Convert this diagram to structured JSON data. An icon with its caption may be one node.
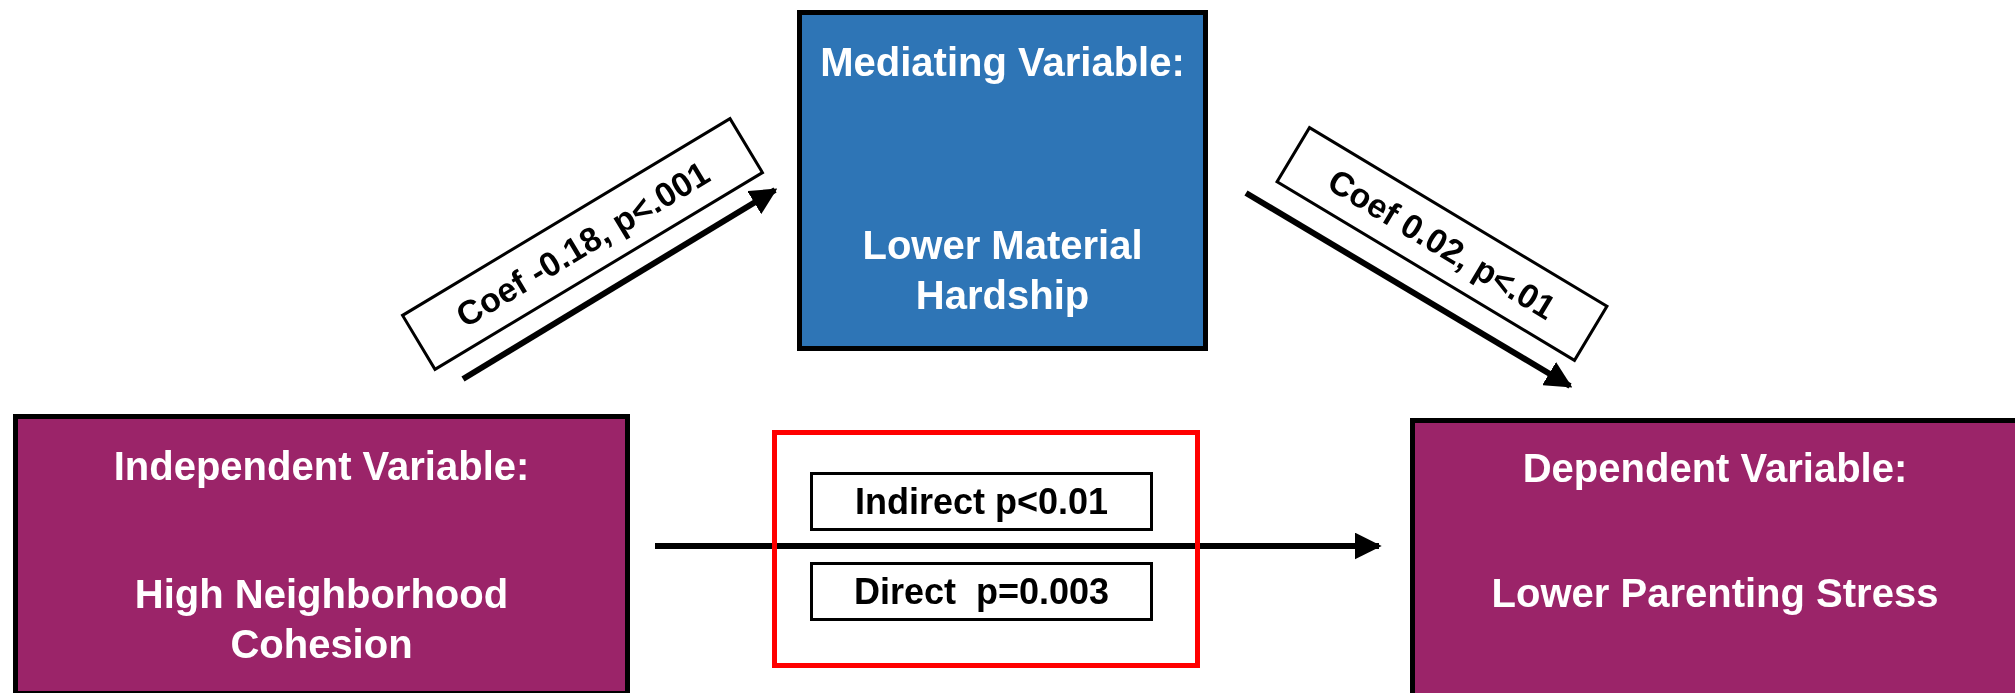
{
  "diagram": {
    "nodes": [
      {
        "text": [
          "Mediating Variable:",
          "Lower Material Hardship"
        ]
      },
      {
        "text": [
          "Independent Variable:",
          "High Neighborhood Cohesion"
        ]
      },
      {
        "text": [
          "Dependent Variable:",
          "Lower Parenting Stress"
        ]
      },
      {
        "text": [],
        "shape": "box"
      },
      {
        "text": [
          "Indirect p<0.01"
        ],
        "in": 3
      },
      {
        "text": [
          "Direct  p=0.003"
        ],
        "in": 3
      }
    ],
    "edges": [
      {
        "from": 1,
        "to": 0,
        "arrow": "to",
        "label": "Coef -0.18, p<.001"
      },
      {
        "from": 0,
        "to": 2,
        "arrow": "to",
        "label": "Coef 0.02, p<.01"
      },
      {
        "from": 1,
        "to": 2,
        "arrow": "to"
      }
    ]
  }
}
